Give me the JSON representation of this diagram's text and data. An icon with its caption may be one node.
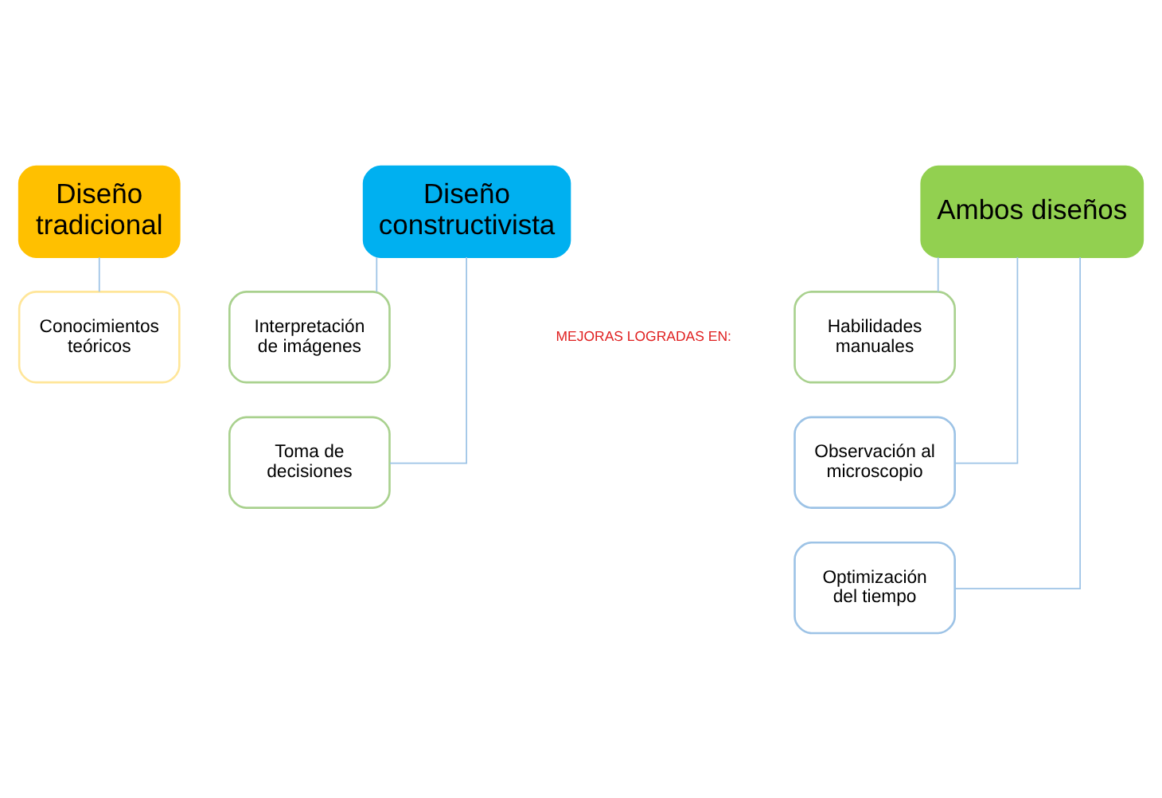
{
  "diagram": {
    "nodes": [
      {
        "text": [
          "Diseño tradicional"
        ]
      },
      {
        "text": [
          "Conocimientos teóricos"
        ]
      },
      {
        "text": [
          "Diseño constructivista"
        ]
      },
      {
        "text": [
          "Interpretación de imágenes"
        ]
      },
      {
        "text": [
          "Toma de decisiones"
        ]
      },
      {
        "text": [
          "Ambos diseños"
        ]
      },
      {
        "text": [
          "Habilidades manuales"
        ]
      },
      {
        "text": [
          "Observación al microscopio"
        ]
      },
      {
        "text": [
          "Optimización del tiempo"
        ]
      }
    ],
    "edges": [
      {
        "from": 0,
        "to": 1,
        "arrow": "none"
      },
      {
        "from": 2,
        "to": 3,
        "arrow": "none"
      },
      {
        "from": 2,
        "to": 4,
        "arrow": "none"
      },
      {
        "from": 5,
        "to": 6,
        "arrow": "none"
      },
      {
        "from": 5,
        "to": 7,
        "arrow": "none"
      },
      {
        "from": 5,
        "to": 8,
        "arrow": "none"
      }
    ],
    "labels": [
      "MEJORAS LOGRADAS EN:"
    ]
  }
}
